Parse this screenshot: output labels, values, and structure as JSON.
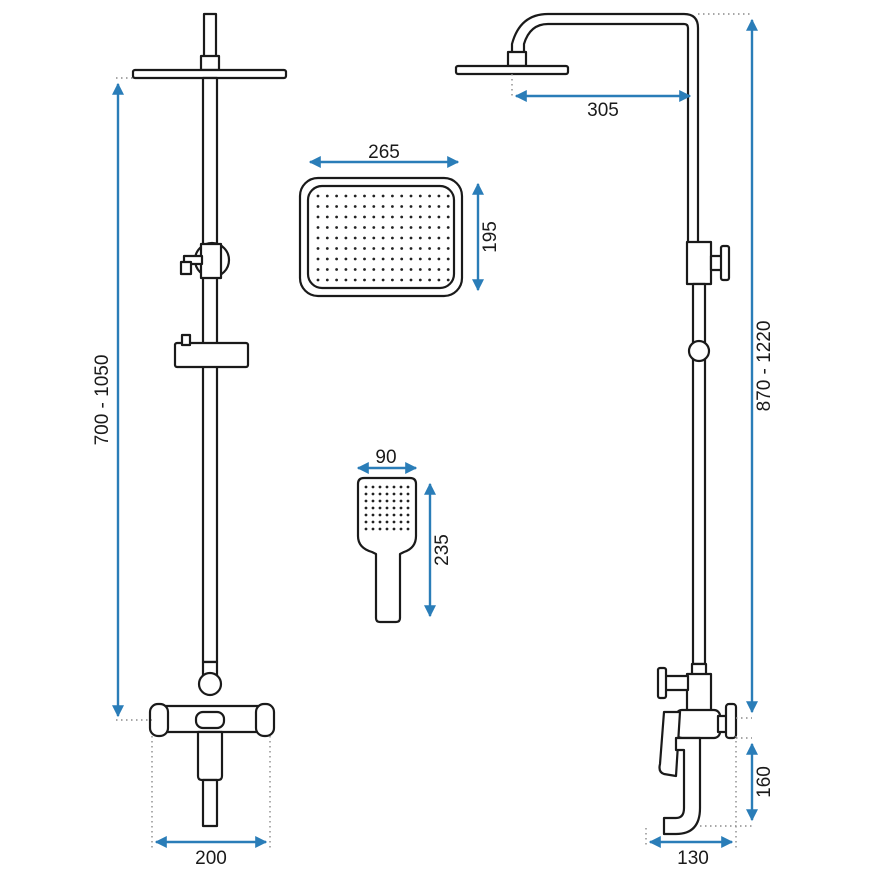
{
  "dimensions": {
    "left_height": "700 - 1050",
    "left_base_width": "200",
    "head_reach": "305",
    "head_width": "265",
    "head_depth": "195",
    "hand_width": "90",
    "hand_length": "235",
    "right_height": "870 - 1220",
    "right_spout_height": "160",
    "right_base_width": "130"
  },
  "colors": {
    "dimension_line": "#2a7db8",
    "outline": "#1a1a1a"
  }
}
